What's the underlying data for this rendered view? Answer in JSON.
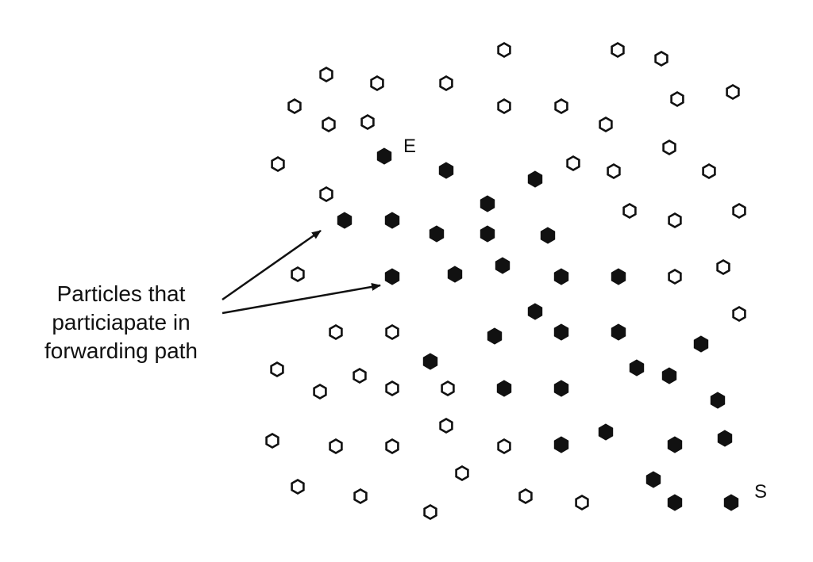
{
  "labels": {
    "end_marker": "E",
    "start_marker": "S"
  },
  "caption_lines": [
    "Particles that",
    "particiapate in",
    "forwarding path"
  ],
  "colors": {
    "ink": "#111111",
    "background": "#ffffff"
  }
}
